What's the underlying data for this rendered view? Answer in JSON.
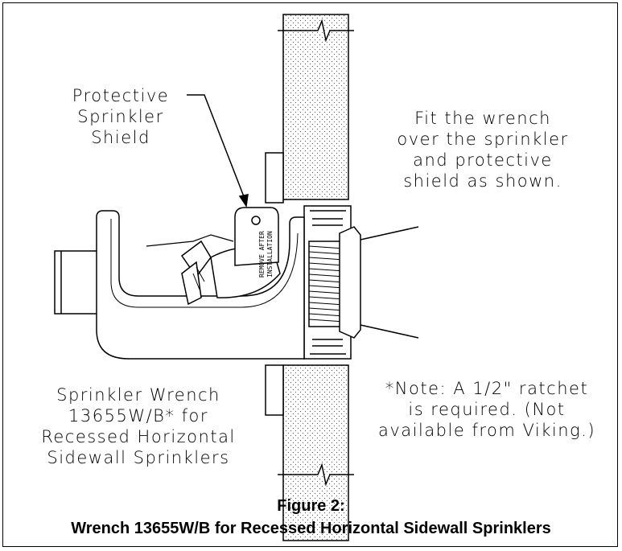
{
  "callouts": {
    "shield": [
      "Protective",
      "Sprinkler",
      "Shield"
    ],
    "fit": [
      "Fit the wrench",
      "over the sprinkler",
      "and protective",
      "shield as shown."
    ],
    "wrench": [
      "Sprinkler Wrench",
      "13655W/B* for",
      "Recessed Horizontal",
      "Sidewall Sprinklers"
    ],
    "note": [
      "*Note: A 1/2\" ratchet",
      "is required. (Not",
      "available from Viking.)"
    ]
  },
  "shield_tag": [
    "REMOVE AFTER",
    "INSTALLATION"
  ],
  "caption": {
    "line1": "Figure 2:",
    "line2": "Wrench 13655W/B for Recessed Horizontal Sidewall Sprinklers"
  }
}
